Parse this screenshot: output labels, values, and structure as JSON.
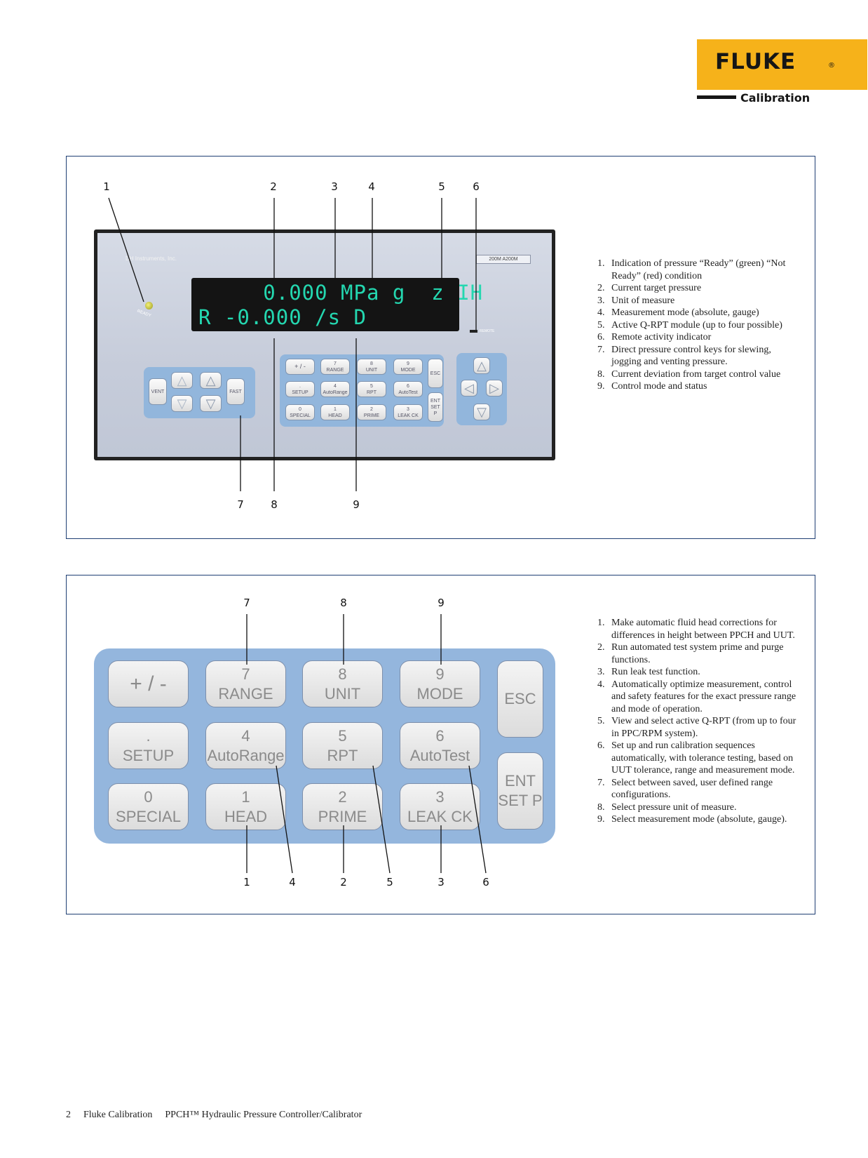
{
  "logo": {
    "brand": "FLUKE",
    "registered": "®",
    "subtitle": "Calibration"
  },
  "figure1": {
    "callouts_top": [
      "1",
      "2",
      "3",
      "4",
      "5",
      "6"
    ],
    "callouts_bottom": [
      "7",
      "8",
      "9"
    ],
    "panel": {
      "manufacturer": "DH Instruments, Inc.",
      "model": "200M A200M",
      "ready_label": "READY",
      "display_row1": "     0.000 MPa g  z IH",
      "display_row2": "R -0.000 /s D",
      "remote_label": "REMOTE"
    },
    "control_keys": {
      "vent": "VENT",
      "fast": "FAST",
      "up": "△",
      "down": "▽",
      "jog_up": "△",
      "jog_down": "▽"
    },
    "keypad": [
      {
        "top": "+ / -",
        "bottom": ""
      },
      {
        "top": "7",
        "bottom": "RANGE"
      },
      {
        "top": "8",
        "bottom": "UNIT"
      },
      {
        "top": "9",
        "bottom": "MODE"
      },
      {
        "top": ".",
        "bottom": "SETUP"
      },
      {
        "top": "4",
        "bottom": "AutoRange"
      },
      {
        "top": "5",
        "bottom": "RPT"
      },
      {
        "top": "6",
        "bottom": "AutoTest"
      },
      {
        "top": "0",
        "bottom": "SPECIAL"
      },
      {
        "top": "1",
        "bottom": "HEAD"
      },
      {
        "top": "2",
        "bottom": "PRIME"
      },
      {
        "top": "3",
        "bottom": "LEAK CK"
      }
    ],
    "esc": "ESC",
    "ent": "ENT",
    "setp": "SET P",
    "arrows": {
      "up": "△",
      "left": "◁",
      "right": "▷",
      "down": "▽"
    },
    "legend": [
      {
        "n": "1.",
        "text": "Indication of pressure “Ready” (green) “Not Ready” (red) condition"
      },
      {
        "n": "2.",
        "text": "Current target pressure"
      },
      {
        "n": "3.",
        "text": "Unit of measure"
      },
      {
        "n": "4.",
        "text": "Measurement mode (absolute, gauge)"
      },
      {
        "n": "5.",
        "text": "Active Q-RPT module (up to four possible)"
      },
      {
        "n": "6.",
        "text": "Remote activity indicator"
      },
      {
        "n": "7.",
        "text": "Direct pressure control keys for slewing, jogging and venting pressure."
      },
      {
        "n": "8.",
        "text": "Current deviation from target control value"
      },
      {
        "n": "9.",
        "text": "Control mode and status"
      }
    ]
  },
  "figure2": {
    "callouts_top": [
      "7",
      "8",
      "9"
    ],
    "callouts_bottom": [
      "1",
      "4",
      "2",
      "5",
      "3",
      "6"
    ],
    "keypad": [
      {
        "top": "+ / -",
        "bottom": ""
      },
      {
        "top": "7",
        "bottom": "RANGE"
      },
      {
        "top": "8",
        "bottom": "UNIT"
      },
      {
        "top": "9",
        "bottom": "MODE"
      },
      {
        "top": ".",
        "bottom": "SETUP"
      },
      {
        "top": "4",
        "bottom": "AutoRange"
      },
      {
        "top": "5",
        "bottom": "RPT"
      },
      {
        "top": "6",
        "bottom": "AutoTest"
      },
      {
        "top": "0",
        "bottom": "SPECIAL"
      },
      {
        "top": "1",
        "bottom": "HEAD"
      },
      {
        "top": "2",
        "bottom": "PRIME"
      },
      {
        "top": "3",
        "bottom": "LEAK CK"
      }
    ],
    "esc": "ESC",
    "ent": "ENT",
    "setp": "SET P",
    "legend": [
      {
        "n": "1.",
        "text": "Make automatic fluid head corrections for differences in height between PPCH and UUT."
      },
      {
        "n": "2.",
        "text": "Run automated test system prime and purge functions."
      },
      {
        "n": "3.",
        "text": "Run leak test function."
      },
      {
        "n": "4.",
        "text": "Automatically optimize measurement, control and safety features for the exact pressure range and mode of operation."
      },
      {
        "n": "5.",
        "text": "View and select active Q-RPT (from up to four in PPC/RPM system)."
      },
      {
        "n": "6.",
        "text": "Set up and run calibration sequences automatically, with tolerance testing, based on UUT tolerance, range and measurement mode."
      },
      {
        "n": "7.",
        "text": "Select between saved, user defined range configurations."
      },
      {
        "n": "8.",
        "text": "Select pressure unit of measure."
      },
      {
        "n": "9.",
        "text": "Select measurement mode (absolute, gauge)."
      }
    ]
  },
  "footer": {
    "page_number": "2",
    "company": "Fluke Calibration",
    "product": "PPCH™ Hydraulic Pressure Controller/Calibrator"
  }
}
